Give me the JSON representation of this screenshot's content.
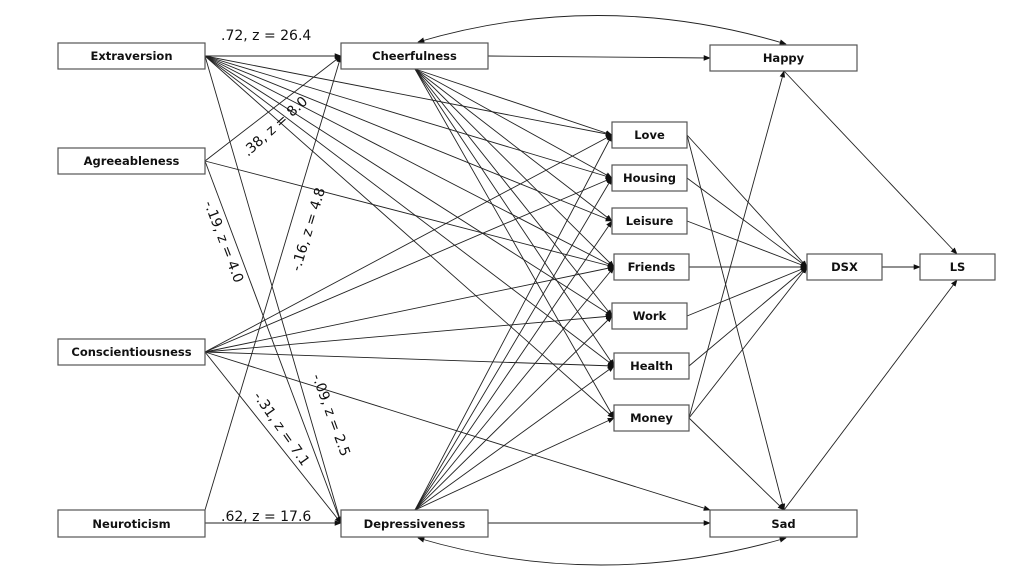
{
  "diagram": {
    "type": "path-model",
    "nodes": [
      {
        "id": "extraversion",
        "label": "Extraversion"
      },
      {
        "id": "agreeableness",
        "label": "Agreeableness"
      },
      {
        "id": "conscientiousness",
        "label": "Conscientiousness"
      },
      {
        "id": "neuroticism",
        "label": "Neuroticism"
      },
      {
        "id": "cheerfulness",
        "label": "Cheerfulness"
      },
      {
        "id": "depressiveness",
        "label": "Depressiveness"
      },
      {
        "id": "happy",
        "label": "Happy"
      },
      {
        "id": "sad",
        "label": "Sad"
      },
      {
        "id": "love",
        "label": "Love"
      },
      {
        "id": "housing",
        "label": "Housing"
      },
      {
        "id": "leisure",
        "label": "Leisure"
      },
      {
        "id": "friends",
        "label": "Friends"
      },
      {
        "id": "work",
        "label": "Work"
      },
      {
        "id": "health",
        "label": "Health"
      },
      {
        "id": "money",
        "label": "Money"
      },
      {
        "id": "dsx",
        "label": "DSX"
      },
      {
        "id": "ls",
        "label": "LS"
      }
    ],
    "labeled_paths": [
      {
        "from": "extraversion",
        "to": "cheerfulness",
        "label": ".72, z = 26.4"
      },
      {
        "from": "agreeableness",
        "to": "cheerfulness",
        "label": ".38, z = 8.0"
      },
      {
        "from": "neuroticism",
        "to": "cheerfulness",
        "label": "-.16, z = 4.8"
      },
      {
        "from": "agreeableness",
        "to": "depressiveness",
        "label": "-.19, z = 4.0"
      },
      {
        "from": "extraversion",
        "to": "depressiveness",
        "label": "-.09, z = 2.5"
      },
      {
        "from": "conscientiousness",
        "to": "depressiveness",
        "label": "-.31, z = 7.1"
      },
      {
        "from": "neuroticism",
        "to": "depressiveness",
        "label": ".62, z = 17.6"
      }
    ],
    "unlabeled_paths": [
      {
        "from": "extraversion",
        "to": [
          "love",
          "housing",
          "leisure",
          "friends",
          "work",
          "health",
          "money"
        ]
      },
      {
        "from": "agreeableness",
        "to": [
          "friends"
        ]
      },
      {
        "from": "conscientiousness",
        "to": [
          "love",
          "housing",
          "friends",
          "work",
          "health",
          "sad"
        ]
      },
      {
        "from": "cheerfulness",
        "to": [
          "happy",
          "love",
          "housing",
          "leisure",
          "friends",
          "work",
          "health",
          "money"
        ]
      },
      {
        "from": "depressiveness",
        "to": [
          "sad",
          "love",
          "housing",
          "leisure",
          "friends",
          "work",
          "health",
          "money"
        ]
      },
      {
        "from": "love",
        "to": [
          "dsx",
          "sad"
        ]
      },
      {
        "from": "housing",
        "to": [
          "dsx"
        ]
      },
      {
        "from": "leisure",
        "to": [
          "dsx"
        ]
      },
      {
        "from": "friends",
        "to": [
          "dsx"
        ]
      },
      {
        "from": "work",
        "to": [
          "dsx"
        ]
      },
      {
        "from": "health",
        "to": [
          "dsx"
        ]
      },
      {
        "from": "money",
        "to": [
          "dsx",
          "happy",
          "sad"
        ]
      },
      {
        "from": "dsx",
        "to": [
          "ls"
        ]
      },
      {
        "from": "happy",
        "to": [
          "ls"
        ]
      },
      {
        "from": "sad",
        "to": [
          "ls"
        ]
      }
    ],
    "covariances": [
      {
        "between": [
          "cheerfulness",
          "happy"
        ]
      },
      {
        "between": [
          "depressiveness",
          "sad"
        ]
      }
    ]
  }
}
